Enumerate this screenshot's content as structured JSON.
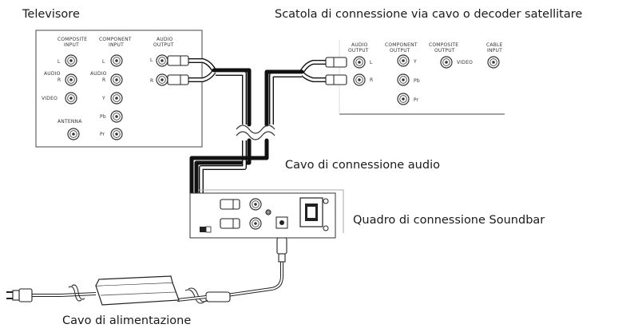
{
  "labels": {
    "tv": "Televisore",
    "box": "Scatola di connessione via cavo o decoder satellitare",
    "audio_cable": "Cavo di connessione audio",
    "soundbar": "Quadro di connessione Soundbar",
    "power_cable": "Cavo di alimentazione"
  },
  "tv_panel": {
    "composite": "COMPOSITE\nINPUT",
    "component": "COMPONENT\nINPUT",
    "audio_out": "AUDIO\nOUTPUT",
    "audio": "AUDIO",
    "video": "VIDEO",
    "antenna": "ANTENNA",
    "l": "L",
    "r": "R",
    "y": "Y",
    "pb": "Pb",
    "pr": "Pr"
  },
  "box_panel": {
    "audio_out": "AUDIO\nOUTPUT",
    "component_out": "COMPONENT\nOUTPUT",
    "composite_out": "COMPOSITE\nOUTPUT",
    "cable_in": "CABLE\nINPUT",
    "l": "L",
    "r": "R",
    "y": "Y",
    "pb": "Pb",
    "pr": "Pr",
    "video": "VIDEO"
  }
}
